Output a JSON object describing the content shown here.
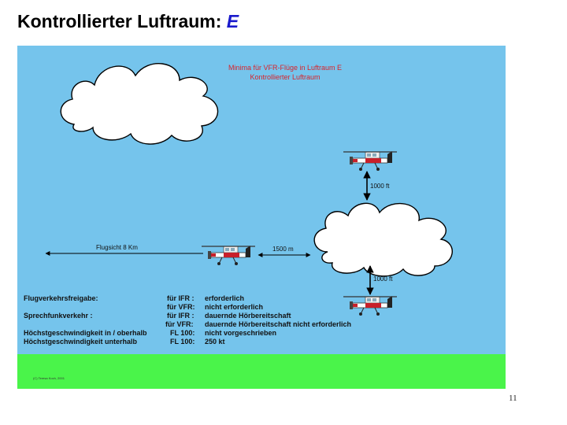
{
  "slide": {
    "title": "Kontrollierter Luftraum:",
    "title_suffix": "E",
    "page_number": "11",
    "copyright": "(C) Teresa Koch, 2001"
  },
  "diagram": {
    "heading_line1": "Minima  für VFR-Flüge in Luftraum  E",
    "heading_line2": "Kontrollierter Luftraum",
    "visibility_label": "Flugsicht 8 Km",
    "horizontal_distance_label": "1500 m",
    "vertical_distance_above_label": "1000 ft",
    "vertical_distance_below_label": "1000 ft"
  },
  "rules": [
    {
      "label": "Flugverkehrsfreigabe:",
      "condition": "für IFR :",
      "value": "erforderlich"
    },
    {
      "label": "",
      "condition": "für VFR:",
      "value": "nicht erforderlich"
    },
    {
      "label": "Sprechfunkverkehr :",
      "condition": "für IFR :",
      "value": "dauernde Hörbereitschaft"
    },
    {
      "label": "",
      "condition": "für VFR:",
      "value": "dauernde Hörbereitschaft nicht erforderlich"
    },
    {
      "label": "Höchstgeschwindigkeit in / oberhalb",
      "condition": "FL 100:",
      "value": "nicht vorgeschrieben"
    },
    {
      "label": "Höchstgeschwindigkeit unterhalb",
      "condition": "FL 100:",
      "value": "250 kt"
    }
  ],
  "colors": {
    "sky": "#75c4ec",
    "ground": "#4af44a",
    "heading": "#d8232a",
    "title_accent": "#1a1acc"
  },
  "icons": [
    "cloud-icon",
    "airplane-icon",
    "double-arrow-icon"
  ]
}
